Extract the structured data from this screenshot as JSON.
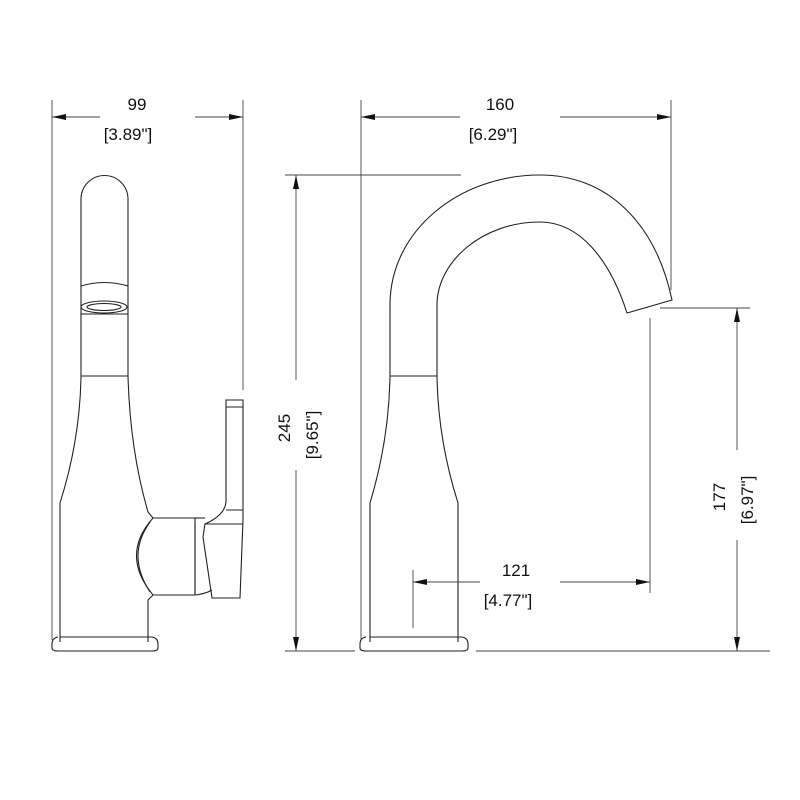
{
  "dimensions": {
    "width_side": {
      "mm": "99",
      "in": "[3.89\"]"
    },
    "width_front": {
      "mm": "160",
      "in": "[6.29\"]"
    },
    "height_total": {
      "mm": "245",
      "in": "[9.65\"]"
    },
    "spout_height": {
      "mm": "177",
      "in": "[6.97\"]"
    },
    "spout_reach": {
      "mm": "121",
      "in": "[4.77\"]"
    }
  },
  "colors": {
    "line": "#222222",
    "background": "#ffffff"
  }
}
